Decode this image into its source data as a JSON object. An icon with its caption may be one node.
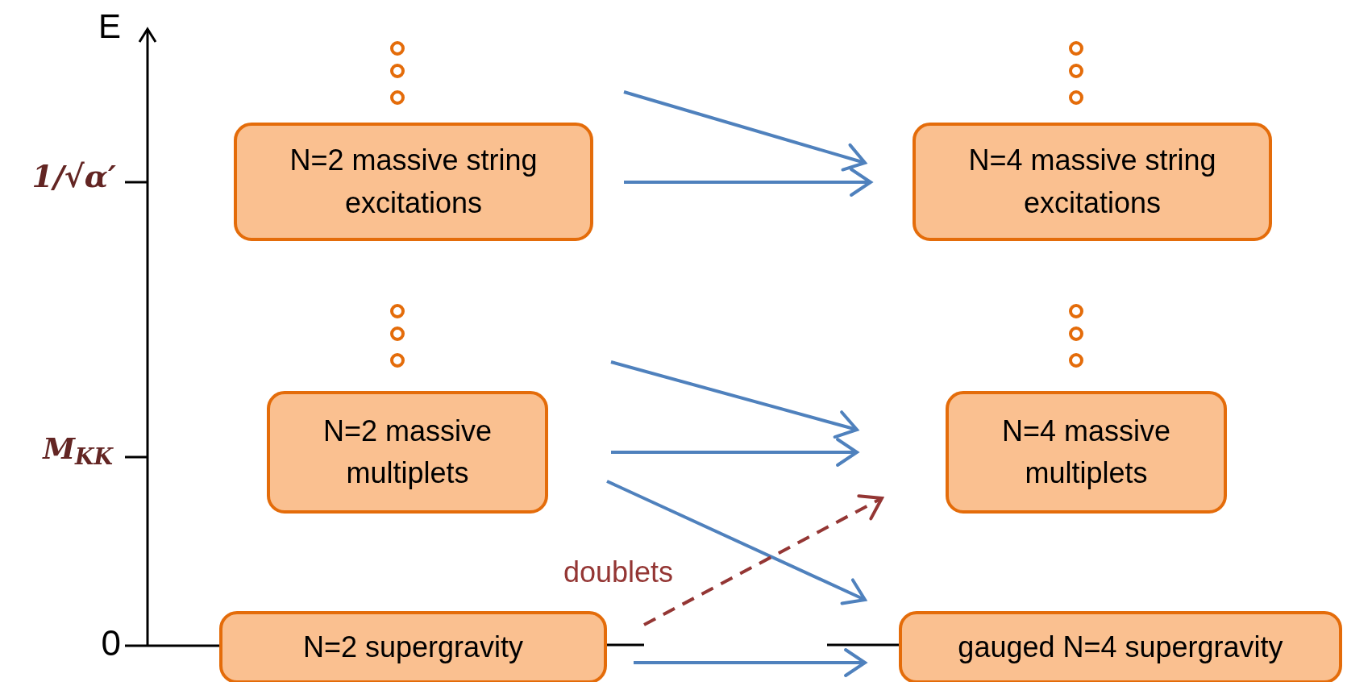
{
  "diagram": {
    "nodes": [
      {
        "text": [
          "N=2 massive string excitations"
        ]
      },
      {
        "text": [
          "N=4 massive string excitations"
        ]
      },
      {
        "text": [
          "N=2 massive multiplets"
        ]
      },
      {
        "text": [
          "N=4 massive multiplets"
        ]
      },
      {
        "text": [
          "N=2 supergravity"
        ]
      },
      {
        "text": [
          "gauged N=4 supergravity"
        ]
      }
    ],
    "edges": [
      {
        "from": null,
        "to": 1,
        "arrow": "to"
      },
      {
        "from": 0,
        "to": 1,
        "arrow": "to"
      },
      {
        "from": null,
        "to": 3,
        "arrow": "to"
      },
      {
        "from": 2,
        "to": 3,
        "arrow": "to"
      },
      {
        "from": 2,
        "to": 5,
        "arrow": "to"
      },
      {
        "from": 4,
        "to": 5,
        "arrow": "to"
      },
      {
        "from": 4,
        "to": 3,
        "arrow": "to",
        "label": "doublets",
        "style": "dashed",
        "color": "#943634"
      }
    ],
    "labels": [
      "E",
      "1/√α′",
      "M$_{KK}$",
      "0"
    ]
  }
}
